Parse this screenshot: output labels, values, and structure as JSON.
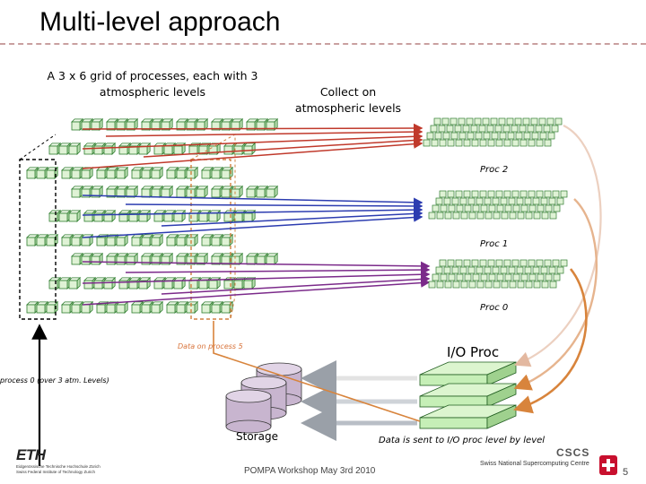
{
  "title": "Multi-level approach",
  "grid_description": "A 3 x 6 grid of processes, each with 3 atmospheric levels",
  "collect_label": "Collect on atmospheric levels",
  "proc_labels": [
    "Proc 2",
    "Proc 1",
    "Proc 0"
  ],
  "data_on_process_label": "Data on process 5",
  "io_proc_label": "I/O Proc",
  "process0_label": "process 0 (over 3 atm. Levels)",
  "storage_label": "Storage",
  "sent_label": "Data is sent to I/O proc level by level",
  "footer": {
    "workshop": "POMPA Workshop May 3rd 2010",
    "page_number": "5",
    "eth_logo": "ETH",
    "eth_line1": "Eidgenössische Technische Hochschule Zürich",
    "eth_line2": "Swiss Federal Institute of Technology Zurich",
    "cscs_logo": "CSCS",
    "cscs_name": "Swiss National Supercomputing Centre"
  },
  "colors": {
    "level2": "#c0392b",
    "level1": "#2c3cb0",
    "level0": "#7b2a8a",
    "cube_fill": "#dff2d5",
    "cube_stroke": "#2f7d2f",
    "highlight_dash": "#d08040",
    "io_green": "#c6efb7",
    "storage_fill": "#c8b5cf"
  }
}
